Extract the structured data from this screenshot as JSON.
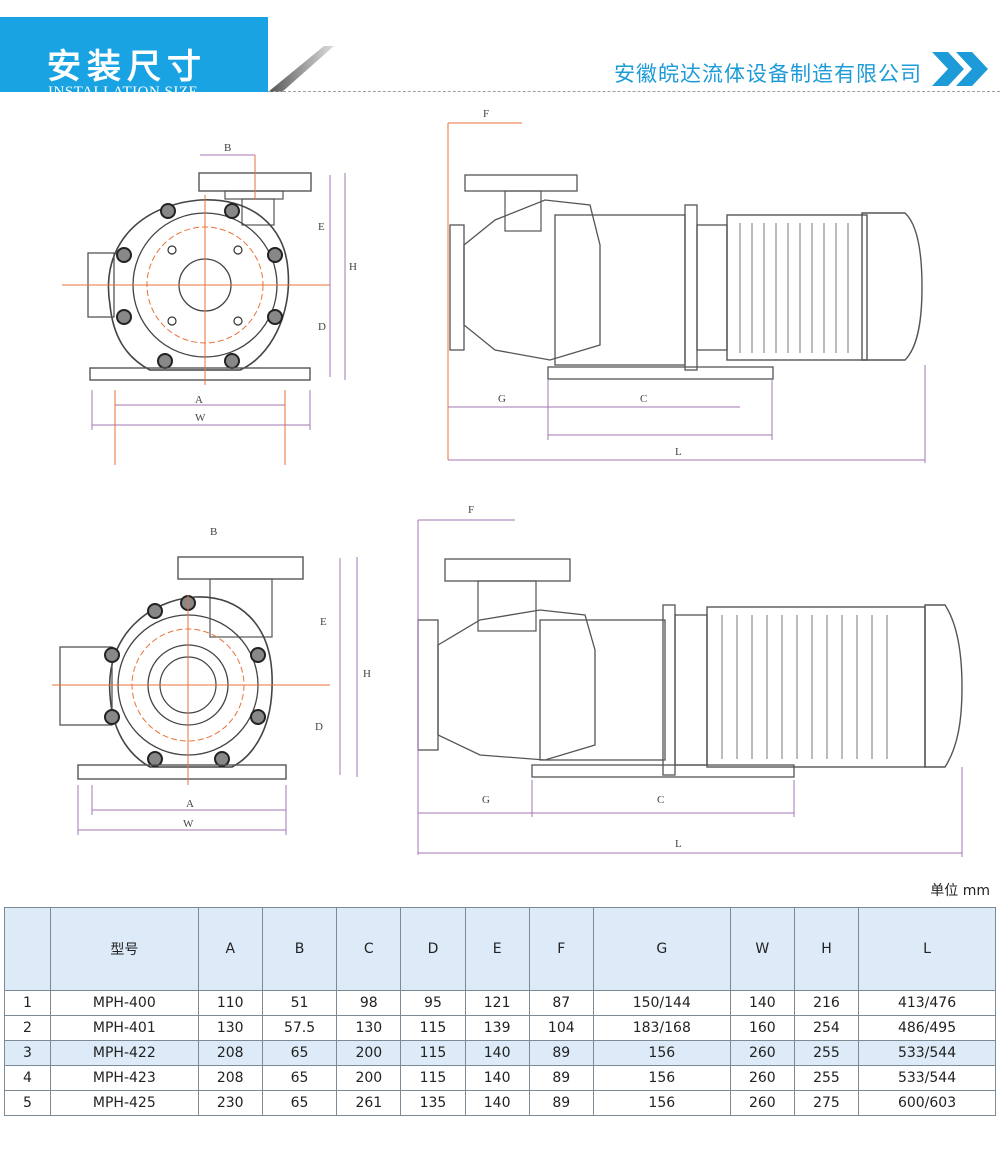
{
  "header": {
    "title_zh": "安装尺寸",
    "title_en": "INSTALLATION SIZE",
    "company": "安徽皖达流体设备制造有限公司",
    "accent_color": "#1aa3e2",
    "icon": "double-chevron-right-icon"
  },
  "drawing_labels": {
    "B": "B",
    "E": "E",
    "H": "H",
    "D": "D",
    "A": "A",
    "W": "W",
    "F": "F",
    "G": "G",
    "C": "C",
    "L": "L"
  },
  "unit": "单位 mm",
  "table": {
    "columns": [
      "",
      "型号",
      "A",
      "B",
      "C",
      "D",
      "E",
      "F",
      "G",
      "W",
      "H",
      "L"
    ],
    "rows": [
      [
        "1",
        "MPH-400",
        "110",
        "51",
        "98",
        "95",
        "121",
        "87",
        "150/144",
        "140",
        "216",
        "413/476"
      ],
      [
        "2",
        "MPH-401",
        "130",
        "57.5",
        "130",
        "115",
        "139",
        "104",
        "183/168",
        "160",
        "254",
        "486/495"
      ],
      [
        "3",
        "MPH-422",
        "208",
        "65",
        "200",
        "115",
        "140",
        "89",
        "156",
        "260",
        "255",
        "533/544"
      ],
      [
        "4",
        "MPH-423",
        "208",
        "65",
        "200",
        "115",
        "140",
        "89",
        "156",
        "260",
        "255",
        "533/544"
      ],
      [
        "5",
        "MPH-425",
        "230",
        "65",
        "261",
        "135",
        "140",
        "89",
        "156",
        "260",
        "275",
        "600/603"
      ]
    ],
    "highlight_row": 3,
    "highlight_color": "#dcebf7"
  }
}
